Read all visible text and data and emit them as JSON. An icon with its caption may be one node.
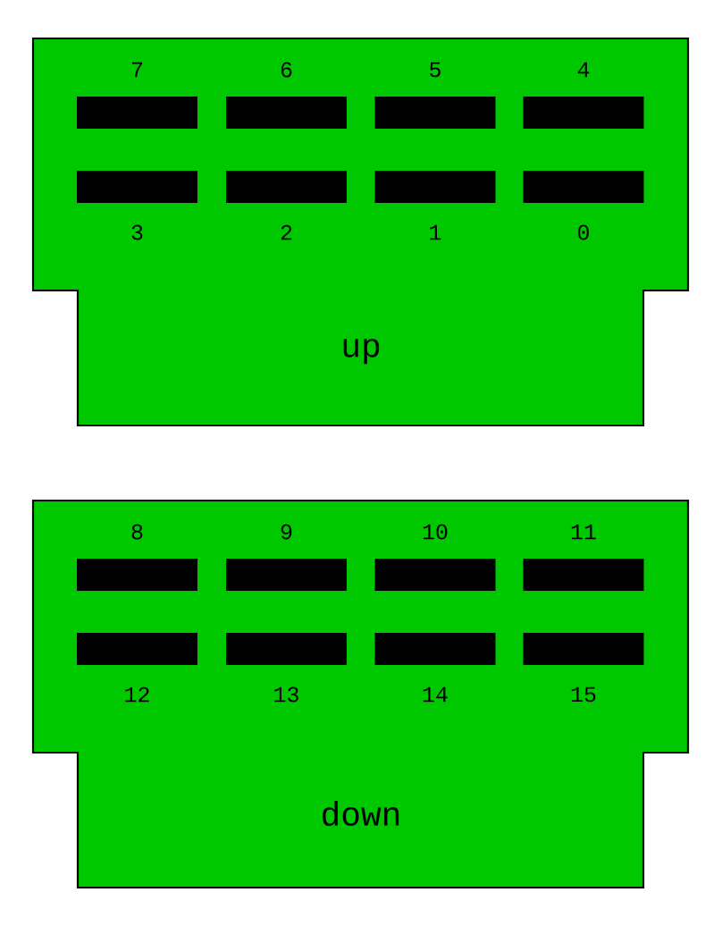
{
  "diagram": {
    "nodes": [
      {
        "text": [
          "up"
        ]
      },
      {
        "text": [],
        "shape": "bar",
        "in": 0,
        "beside": [
          "7"
        ]
      },
      {
        "text": [],
        "shape": "bar",
        "in": 0,
        "beside": [
          "6"
        ]
      },
      {
        "text": [],
        "shape": "bar",
        "in": 0,
        "beside": [
          "5"
        ]
      },
      {
        "text": [],
        "shape": "bar",
        "in": 0,
        "beside": [
          "4"
        ]
      },
      {
        "text": [],
        "shape": "bar",
        "in": 0,
        "beside": [
          "3"
        ]
      },
      {
        "text": [],
        "shape": "bar",
        "in": 0,
        "beside": [
          "2"
        ]
      },
      {
        "text": [],
        "shape": "bar",
        "in": 0,
        "beside": [
          "1"
        ]
      },
      {
        "text": [],
        "shape": "bar",
        "in": 0,
        "beside": [
          "0"
        ]
      },
      {
        "text": [
          "down"
        ]
      },
      {
        "text": [],
        "shape": "bar",
        "in": 9,
        "beside": [
          "8"
        ]
      },
      {
        "text": [],
        "shape": "bar",
        "in": 9,
        "beside": [
          "9"
        ]
      },
      {
        "text": [],
        "shape": "bar",
        "in": 9,
        "beside": [
          "10"
        ]
      },
      {
        "text": [],
        "shape": "bar",
        "in": 9,
        "beside": [
          "11"
        ]
      },
      {
        "text": [],
        "shape": "bar",
        "in": 9,
        "beside": [
          "12"
        ]
      },
      {
        "text": [],
        "shape": "bar",
        "in": 9,
        "beside": [
          "13"
        ]
      },
      {
        "text": [],
        "shape": "bar",
        "in": 9,
        "beside": [
          "14"
        ]
      },
      {
        "text": [],
        "shape": "bar",
        "in": 9,
        "beside": [
          "15"
        ]
      }
    ]
  }
}
